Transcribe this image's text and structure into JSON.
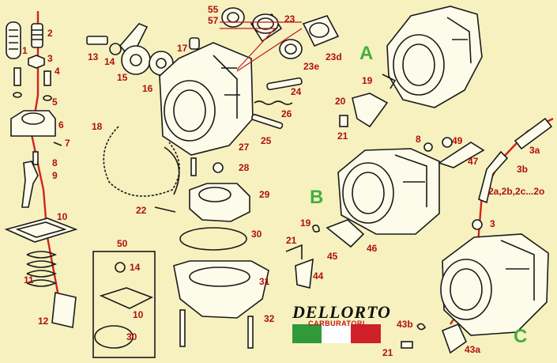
{
  "section_labels": {
    "a": "A",
    "b": "B",
    "c": "C"
  },
  "part_numbers": {
    "n1": "1",
    "n2": "2",
    "n3": "3",
    "n4": "4",
    "n5": "5",
    "n6": "6",
    "n7": "7",
    "n8": "8",
    "n9": "9",
    "n10": "10",
    "n11": "11",
    "n12": "12",
    "n13": "13",
    "n14": "14",
    "n15": "15",
    "n16": "16",
    "n17": "17",
    "n18": "18",
    "n55": "55",
    "n57": "57",
    "n23": "23",
    "n23d": "23d",
    "n23e": "23e",
    "n24": "24",
    "n26": "26",
    "n25": "25",
    "n27": "27",
    "n28": "28",
    "n22": "22",
    "n29": "29",
    "n30": "30",
    "n31": "31",
    "n32": "32",
    "n50": "50",
    "n14b": "14",
    "n10b": "10",
    "n30b": "30",
    "n19": "19",
    "n20": "20",
    "n21": "21",
    "n8b": "8",
    "n49": "49",
    "n47": "47",
    "n3a": "3a",
    "n3b": "3b",
    "n2x": "2a,2b,2c...2o",
    "n3c": "3",
    "n19b": "19",
    "n21b": "21",
    "n45": "45",
    "n46": "46",
    "n44": "44",
    "n43b": "43b",
    "n21c": "21",
    "n43a": "43a"
  },
  "logo": {
    "brand": "DELLORTO",
    "subtitle": "CARBURATORI"
  }
}
